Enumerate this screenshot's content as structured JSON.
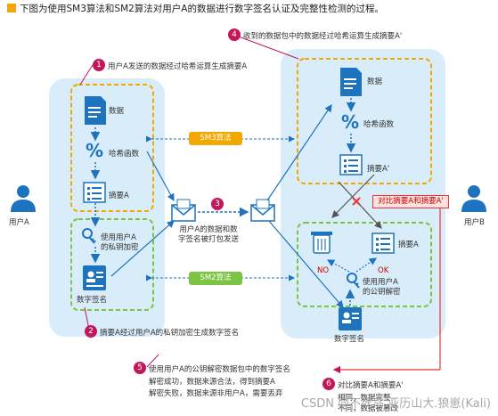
{
  "title": "下图为使用SM3算法和SM2算法对用户A的数据进行数字签名认证及完整性检测的过程。",
  "actors": {
    "user_a": "用户A",
    "user_b": "用户B"
  },
  "left": {
    "data": "数据",
    "hash": "哈希函数",
    "digest": "摘要A",
    "private_key": "使用用户A\n的私钥加密",
    "signature": "数字签名"
  },
  "center": {
    "sm3": "SM3算法",
    "sm2": "SM2算法",
    "package": "用户A的数据和数\n字签名被打包发送"
  },
  "right": {
    "data": "数据",
    "hash": "哈希函数",
    "digest_a_prime": "摘要A'",
    "compare": "对比摘要A和摘要A'",
    "digest_a": "摘要A",
    "public_key": "使用用户A\n的公钥解密",
    "signature": "数字签名",
    "no": "NO",
    "ok": "OK"
  },
  "steps": [
    {
      "num": "1",
      "text": "用户A发送的数据经过哈希运算生成摘要A"
    },
    {
      "num": "2",
      "text": "摘要A经过用户A的私钥加密生成数字签名"
    },
    {
      "num": "3",
      "text": ""
    },
    {
      "num": "4",
      "text": "收到的数据包中的数据经过哈希运算生成摘要A'"
    },
    {
      "num": "5",
      "text": "使用用户A的公钥解密数据包中的数字签名",
      "bullets": [
        "解密成功，数据来源合法，得到摘要A",
        "解密失败，数据来源非用户A，需要丢弃"
      ]
    },
    {
      "num": "6",
      "text": "对比摘要A和摘要A'",
      "bullets": [
        "相同，数据完整",
        "不同，数据被篡改"
      ]
    }
  ],
  "watermark": "CSDN @不死鸟.亚历山大.狼崽(Kali)",
  "colors": {
    "accent": "#f2a800",
    "green": "#7cc443",
    "step": "#c2185b",
    "blue": "#1e73be",
    "panel": "#d8ecf9"
  }
}
